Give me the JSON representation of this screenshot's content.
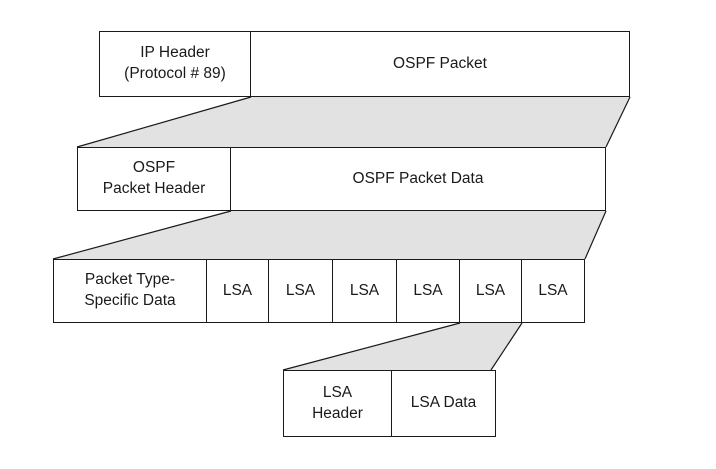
{
  "diagram": {
    "colors": {
      "line": "#1a1a1a",
      "funnel_fill": "#e2e2e2",
      "box_fill": "#ffffff"
    },
    "level1": {
      "ip_header": "IP Header\n(Protocol # 89)",
      "ospf_packet": "OSPF Packet"
    },
    "level2": {
      "ospf_packet_header": "OSPF\nPacket Header",
      "ospf_packet_data": "OSPF Packet Data"
    },
    "level3": {
      "type_specific_data": "Packet Type-\nSpecific Data",
      "lsas": [
        "LSA",
        "LSA",
        "LSA",
        "LSA",
        "LSA",
        "LSA"
      ]
    },
    "level4": {
      "lsa_header": "LSA\nHeader",
      "lsa_data": "LSA Data"
    }
  }
}
